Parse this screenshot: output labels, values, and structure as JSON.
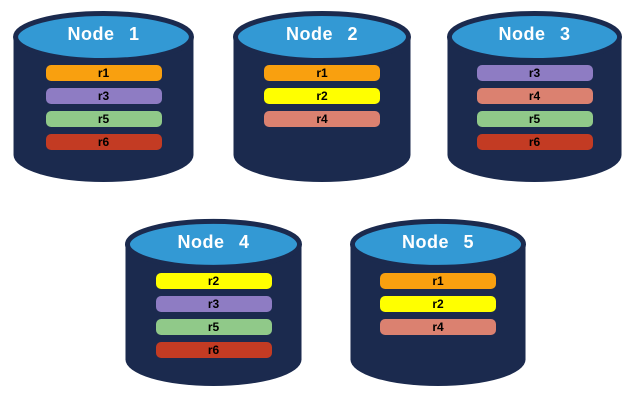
{
  "colors": {
    "page_background": "#FFFFFF",
    "cylinder_body": "#1B2A4E",
    "cylinder_top": "#3399D4",
    "node_title_text": "#FFFFFF",
    "replica_text": "#000000"
  },
  "replica_colors": {
    "r1": "#F9A00F",
    "r2": "#FFFF00",
    "r3": "#8E7CC3",
    "r4": "#DB8170",
    "r5": "#90C989",
    "r6": "#C33B23"
  },
  "nodes": [
    {
      "title": "Node 1",
      "replicas": [
        "r1",
        "r3",
        "r5",
        "r6"
      ]
    },
    {
      "title": "Node 2",
      "replicas": [
        "r1",
        "r2",
        "r4"
      ]
    },
    {
      "title": "Node 3",
      "replicas": [
        "r3",
        "r4",
        "r5",
        "r6"
      ]
    },
    {
      "title": "Node 4",
      "replicas": [
        "r2",
        "r3",
        "r5",
        "r6"
      ]
    },
    {
      "title": "Node 5",
      "replicas": [
        "r1",
        "r2",
        "r4"
      ]
    }
  ]
}
